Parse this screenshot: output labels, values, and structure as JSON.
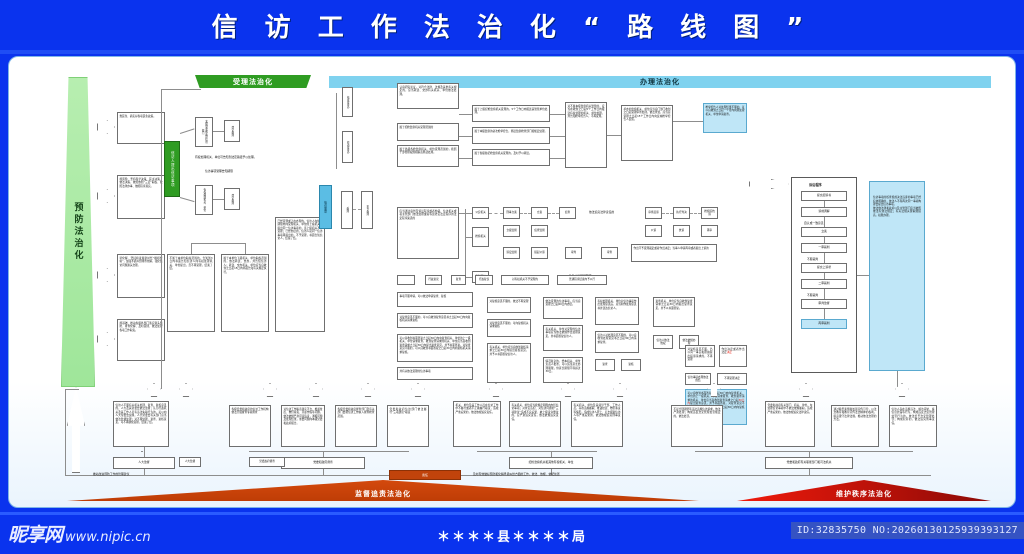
{
  "header": {
    "title": "信 访 工 作 法 治 化 “ 路 线 图 ”"
  },
  "footer": {
    "org": "＊＊＊＊县＊＊＊＊局",
    "watermark_brand": "昵享网",
    "watermark_url": "www.nipic.cn",
    "id_text": "ID:32835750 NO:20260130125939393127"
  },
  "sections": {
    "prevention": "预防法治化",
    "acceptance": "受理法治化",
    "handling": "办理法治化",
    "supervision": "监督追责法治化",
    "order": "维护秩序法治化"
  },
  "prevention_column": [
    "惠民生、搞实好各项民生政策。",
    "抓风险、坚持科学决策、民主决策、依法决策，依照依照“三定”职权、依照法律办事、依照程序落实。",
    "早化解、坚持和发展新时代“枫桥经验”，加强矛盾纠纷排查化解，强化信访问题源头治理。",
    "抓基础、推动各级各部门落实源头预防、排查化解、及时受理、依法处理各项工作职责。"
  ],
  "intake": {
    "entry_label": "信访人提出信访事项",
    "channels": [
      {
        "name": "本级党委和政府信访部门",
        "next": "登记受理"
      },
      {
        "name": "有权处理机关、单位",
        "next": "登记受理"
      }
    ],
    "notes": [
      "有权处理机关、单位可告知到法定路径予以处理。",
      "信访事项受理告知期限"
    ]
  },
  "intake_rules": [
    "不属于本单位职权范围的，告知到3日内书面告知信访人向有权处理机关、单位提出，且不再受理，结案了结。",
    "属于本单位下级机关、单位职权范围的，依法转送、交办，并告知信访人；转送、交办机关、单位应当自收到之日起15日内书面告知有关规定执行。",
    "已经受理或正在办理的，信访人在规定期限内向受理机关、单位的上级机关再提出同一信访事项的，该上级机关不予受理；已经办结的，信访人就同一信访事项再提出的，不予受理，书面告知信访人，结案了结。"
  ],
  "acceptance_group_blue": {
    "vertical_label": "信访事项",
    "rows": [
      "受理",
      "不予受理",
      "不再受理"
    ]
  },
  "handling_rows": [
    {
      "lead": "认真研究论证，对符合法律、法规及其他有关规定的，应当转送、交办有关机关、单位依法处理。",
      "items": []
    },
    {
      "lead": "属于纪检监察机关受理范围的",
      "items": [
        "属于上级纪检监察机关受理的，5个工作日内报送其管辖单位处理。",
        "属于本级监察的初次检举控告，移送监察检查部门按规定处理。",
        "属于各级各纪检监察机关受理的，及时予以转送。"
      ],
      "merge": "对不属本级监察机关管辖的，应当在收到之日起5个工作日内报送有权处理的机关、单位处理，并告知检举控告人，不再受理。",
      "after": "承办的监察机关、单位应当自门部门收到之日起受理审查处理，依法查处，应当自受理之日起15个工作日内向反映检举控告人反馈。"
    }
  ],
  "legal_channels": {
    "header": "应当通过审判及诉讼程序或者仲裁、信访机关或者主管部门依法处理或者等途径实法定程序的法定程序渠道的",
    "rows": [
      {
        "org": "公安机关",
        "steps": [
          "刑事立案",
          "立案",
          "侦查"
        ],
        "tail": "依法追究法律责任的",
        "tail_steps": [
          "审查起诉",
          "执行判决",
          "检察院抗诉"
        ]
      },
      {
        "org": "检察机关",
        "steps": [
          "立案监督",
          "侦查监督"
        ],
        "tail_steps": [
          "公诉",
          "抗诉",
          "再审"
        ]
      },
      {
        "org": "",
        "steps": [
          "诉讼监督",
          "提起公诉",
          "审判",
          "审查"
        ],
        "tail": "作出不予受理裁定或者作出决定；当事人申请再审或者提出上诉的"
      },
      {
        "org": "审判机关",
        "steps": [],
        "tail": "依法启动诉讼程序"
      }
    ]
  },
  "procedure_labels": [
    "行政复议",
    "复查",
    "行政复议",
    "对有权机关不予受理的",
    "普通程序结案内予以行"
  ],
  "litigation_flow": {
    "title": "诉讼程序",
    "steps": [
      "提交起诉书",
      "诉前调解",
      "自认或一致意见",
      "立案",
      "一审裁判",
      "不服裁判",
      "提交上诉状",
      "二审裁判",
      "不服裁判",
      "审判监督",
      "再审裁判"
    ]
  },
  "right_panel": {
    "text": "信访事项的核查核成决法违诉的事项已经有效明确的，依法人不得再次同一事项构理会提出信访事项。\n依法依法律和政府以及主管部门应当依照依法有效法规定；有关法规关键职能提高。权限办理。"
  },
  "mid_notes": [
    "事项不服申请，可以依法申请复查、复核",
    "对复查意见不服的，可以自收到复查意见书之日起30日内向复核机关请求复核",
    "可以自收到书面答复之日起30日内向复查机关、单位的上一级机关、单位请求复查，收到复查请求的机关、单位应当自收到复查请求之日起30日内提出复查意见，并予书面答复。对复查意见不服的，可以自收到书面答复之日起30日内向复核机关请求复核。"
  ],
  "supervision_row": [
    "信访人不服有关机关处理、复查、复核意见的，人大及其常委会依法监督；认为行政机关及其工作人员有违法失职行为的，可以向人大常委会反映，人大常委会有关部门应当依法监督处理；对不服处理、复查、复核意见，可不再继续受理，结案了结。",
    "各级党委和政府的信访工作机构依法开展督查专项督查",
    "对信访工作职责落实不力、推诿扯皮、敷衍塞责、弄虚作假等问题，依法依规严肃问责追责，通报问题及处理结果，重要问题向本级党委和政府报告。",
    "各级党委和政府督查部门及有关部门要把信访工作纳入督查检查范围。",
    "党委和政府信访部门依法履行“三项建议”职责",
    "机关、单位及其工作人员在信访工作中不履行或者不正确履行职责，造成严重后果的，依法依规追究责任。",
    "有关机关、单位应当按规定期限内办结信访事项；对查实违纪、对信访问题的“三项建议”造成不良后果、被上级责令整改的，应严肃追究责任，依法依规追究责任。",
    "有关机关、单位及其领导干部、工作人员，存在违规履职、推诿扯皮、敷衍塞责等情形，造成信访人死亡、打击报复信访人等严重后果的，依法依规追究刑事责任。",
    "不是合理期望等违法违规信访诉求，依法严肃处理；构成违反治安管理处罚规定的，依法处罚。",
    "党委和政府有关部门、机关、单位，在处理信访事项中不依法依规履职，造成严重后果的，依法依规追究法律责任。",
    "通过典型案例和加强宣传引导，以法治教育和教育宣传法治精神的权利，提高遵守法律法规，推动依法治理的方法。",
    "信访人存在违规违法、缠访闹访、将信息泄露等行为，构成违反治安管理处罚行为的，依法给予治安管理处罚；构成犯罪的，依法追究刑事责任。"
  ],
  "supervision_nodes": [
    "人大监督",
    "党委和政府督查",
    "纪检监察机关和其他有权机关、单位",
    "党委和政府有关职能部门和司法机关"
  ],
  "bottom_bar_nodes": [
    "责任",
    "追责"
  ],
  "bottom_notes": [
    "推动改进预防工作的管理建议",
    "依法依规维护信访秩序",
    "及时有效做好预防和化解矛盾纠纷方面的工作，依法、依规、依纪处置"
  ],
  "colors": {
    "brand_blue": "#0a33ee",
    "green": "#2f9c22",
    "cyan": "#7fd2ef",
    "orange": "#c1430b",
    "red": "#e8190c"
  }
}
